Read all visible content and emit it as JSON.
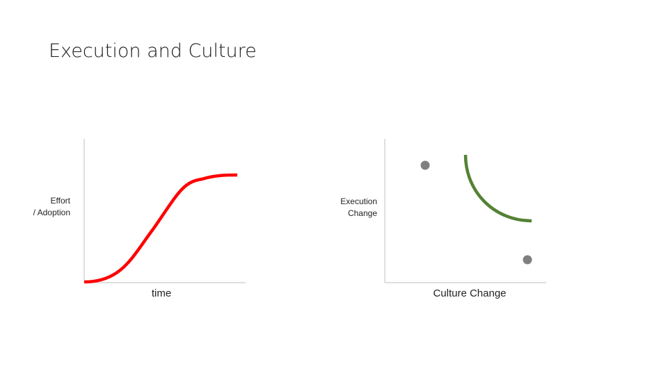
{
  "slide": {
    "title": "Execution and Culture"
  },
  "left_diagram": {
    "y_label_line1": "Effort",
    "y_label_line2": "/ Adoption",
    "x_label": "time",
    "curve_shape": "s-curve",
    "curve_color": "#ff0000"
  },
  "right_diagram": {
    "y_label_line1": "Execution",
    "y_label_line2": "Change",
    "x_label": "Culture Change",
    "curve_shape": "quarter-arc",
    "curve_color": "#548235",
    "point_color": "#7f7f7f",
    "point_count": 2
  },
  "colors": {
    "axis": "#bfbfbf",
    "text": "#222222"
  }
}
